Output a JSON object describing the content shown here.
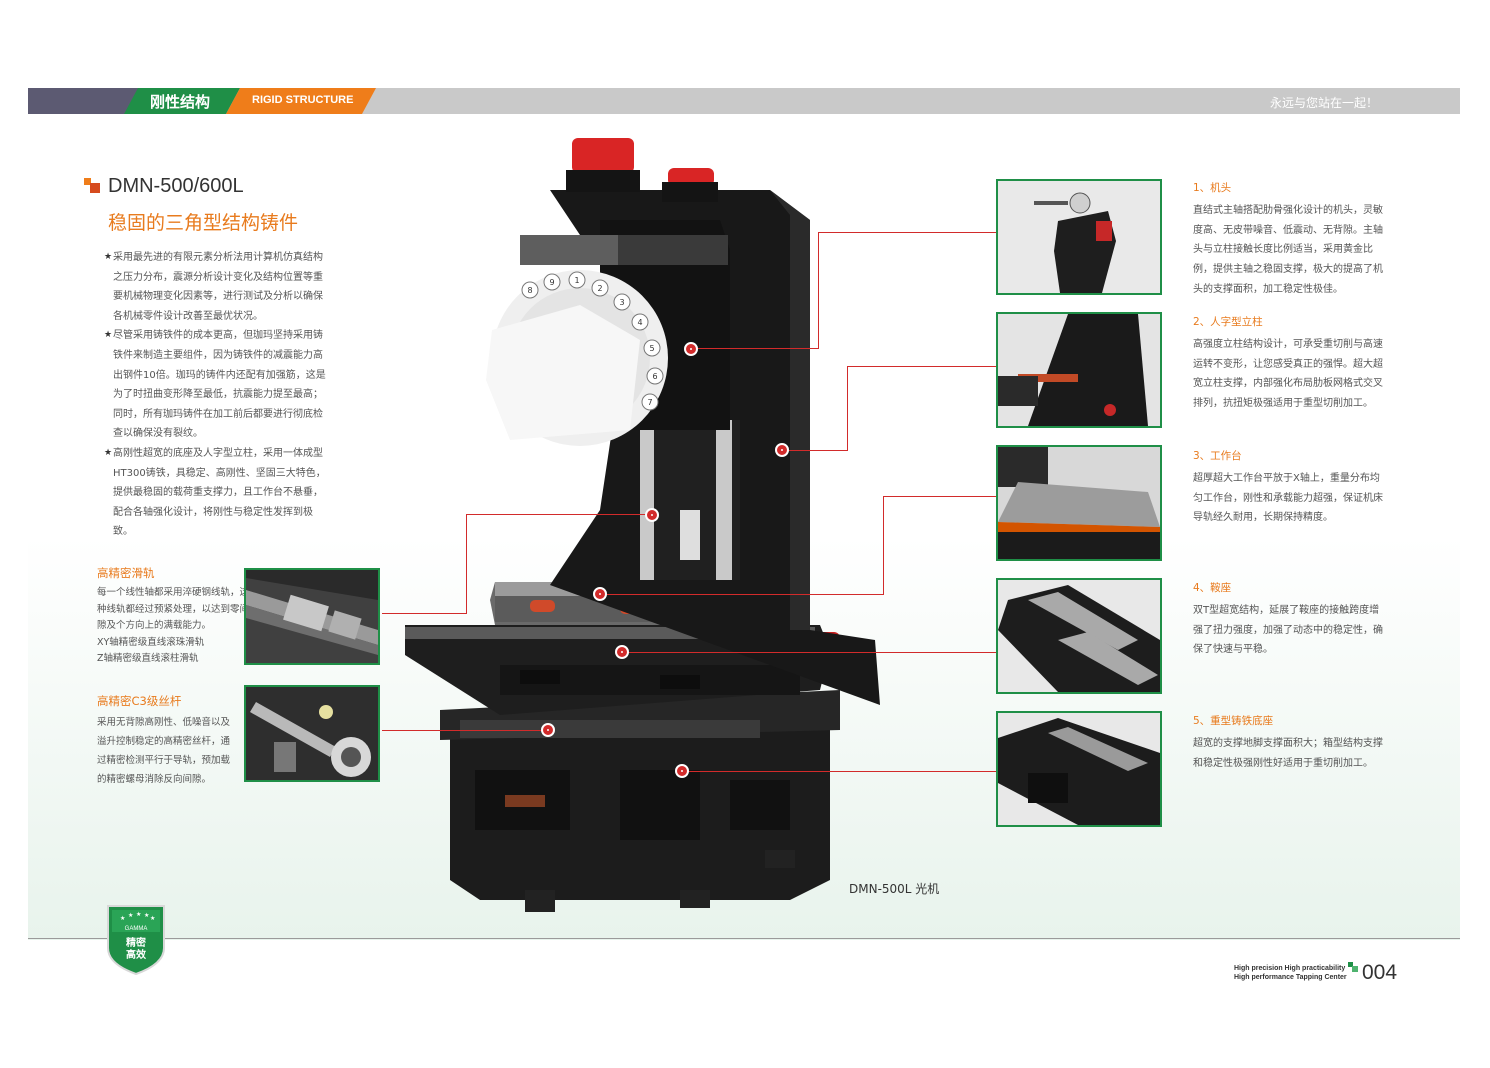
{
  "header": {
    "section_cn": "刚性结构",
    "section_en": "RIGID STRUCTURE",
    "slogan": "永远与您站在一起！",
    "colors": {
      "purple": "#5c5a72",
      "green": "#1f8f47",
      "orange": "#ef7d1a",
      "band": "#c9c9c9"
    }
  },
  "intro": {
    "model": "DMN-500/600L",
    "subtitle": "稳固的三角型结构铸件",
    "bullets": [
      "采用最先进的有限元素分析法用计算机仿真结构之压力分布，震源分析设计变化及结构位置等重要机械物理变化因素等，进行测试及分析以确保各机械零件设计改善至最优状况。",
      "尽管采用铸铁件的成本更高，但珈玛坚持采用铸铁件来制造主要组件，因为铸铁件的减震能力高出钢件10倍。珈玛的铸件内还配有加强筋，这是为了时扭曲变形降至最低，抗震能力提至最高；同时，所有珈玛铸件在加工前后都要进行彻底检查以确保没有裂纹。",
      "高刚性超宽的底座及人字型立柱，采用一体成型HT300铸铁，具稳定、高刚性、坚固三大特色，提供最稳固的载荷重支撑力，且工作台不悬垂，配合各轴强化设计，将刚性与稳定性发挥到极致。"
    ]
  },
  "left_features": [
    {
      "title": "高精密滑轨",
      "lines": [
        "每一个线性轴都采用淬硬钢线轨，这",
        "种线轨都经过预紧处理，以达到零间",
        "隙及个方向上的满载能力。",
        "XY轴精密级直线滚珠滑轨",
        "Z轴精密级直线滚柱滑轨"
      ]
    },
    {
      "title": "高精密C3级丝杆",
      "lines": [
        "采用无背隙高刚性、低噪音以及",
        "溢升控制稳定的高精密丝杆，通",
        "过精密检测平行于导轨，预加载",
        "的精密螺母消除反向间隙。"
      ]
    }
  ],
  "right_features": [
    {
      "title": "1、机头",
      "text": "直结式主轴搭配肋骨强化设计的机头，灵敏度高、无皮带噪音、低震动、无背隙。主轴头与立柱接触长度比例适当，采用黄金比例，提供主轴之稳固支撑，极大的提高了机头的支撑面积，加工稳定性极佳。"
    },
    {
      "title": "2、人字型立柱",
      "text": "高强度立柱结构设计，可承受重切削与高速运转不变形，让您感受真正的强悍。超大超宽立柱支撑，内部强化布局肋板网格式交叉排列，抗扭矩极强适用于重型切削加工。"
    },
    {
      "title": "3、工作台",
      "text": "超厚超大工作台平放于X轴上，重量分布均匀工作台，刚性和承载能力超强，保证机床导轨经久耐用，长期保持精度。"
    },
    {
      "title": "4、鞍座",
      "text": "双T型超宽结构，延展了鞍座的接触跨度增强了扭力强度，加强了动态中的稳定性，确保了快速与平稳。"
    },
    {
      "title": "5、重型铸铁底座",
      "text": "超宽的支撑地脚支撑面积大；箱型结构支撑和稳定性极强刚性好适用于重切削加工。"
    }
  ],
  "machine": {
    "caption": "DMN-500L  光机",
    "tool_numbers": [
      "8",
      "9",
      "1",
      "2",
      "3",
      "4",
      "5",
      "6",
      "7"
    ],
    "colors": {
      "casting": "#1a1a1a",
      "accent": "#d22b2b",
      "magazine": "#f2f2f2"
    }
  },
  "badge": {
    "text_line1": "精密",
    "text_line2": "高效",
    "brand": "GAMMA"
  },
  "footer": {
    "line1": "High precision High practicability",
    "line2": "High performance Tapping Center",
    "page": "004"
  }
}
